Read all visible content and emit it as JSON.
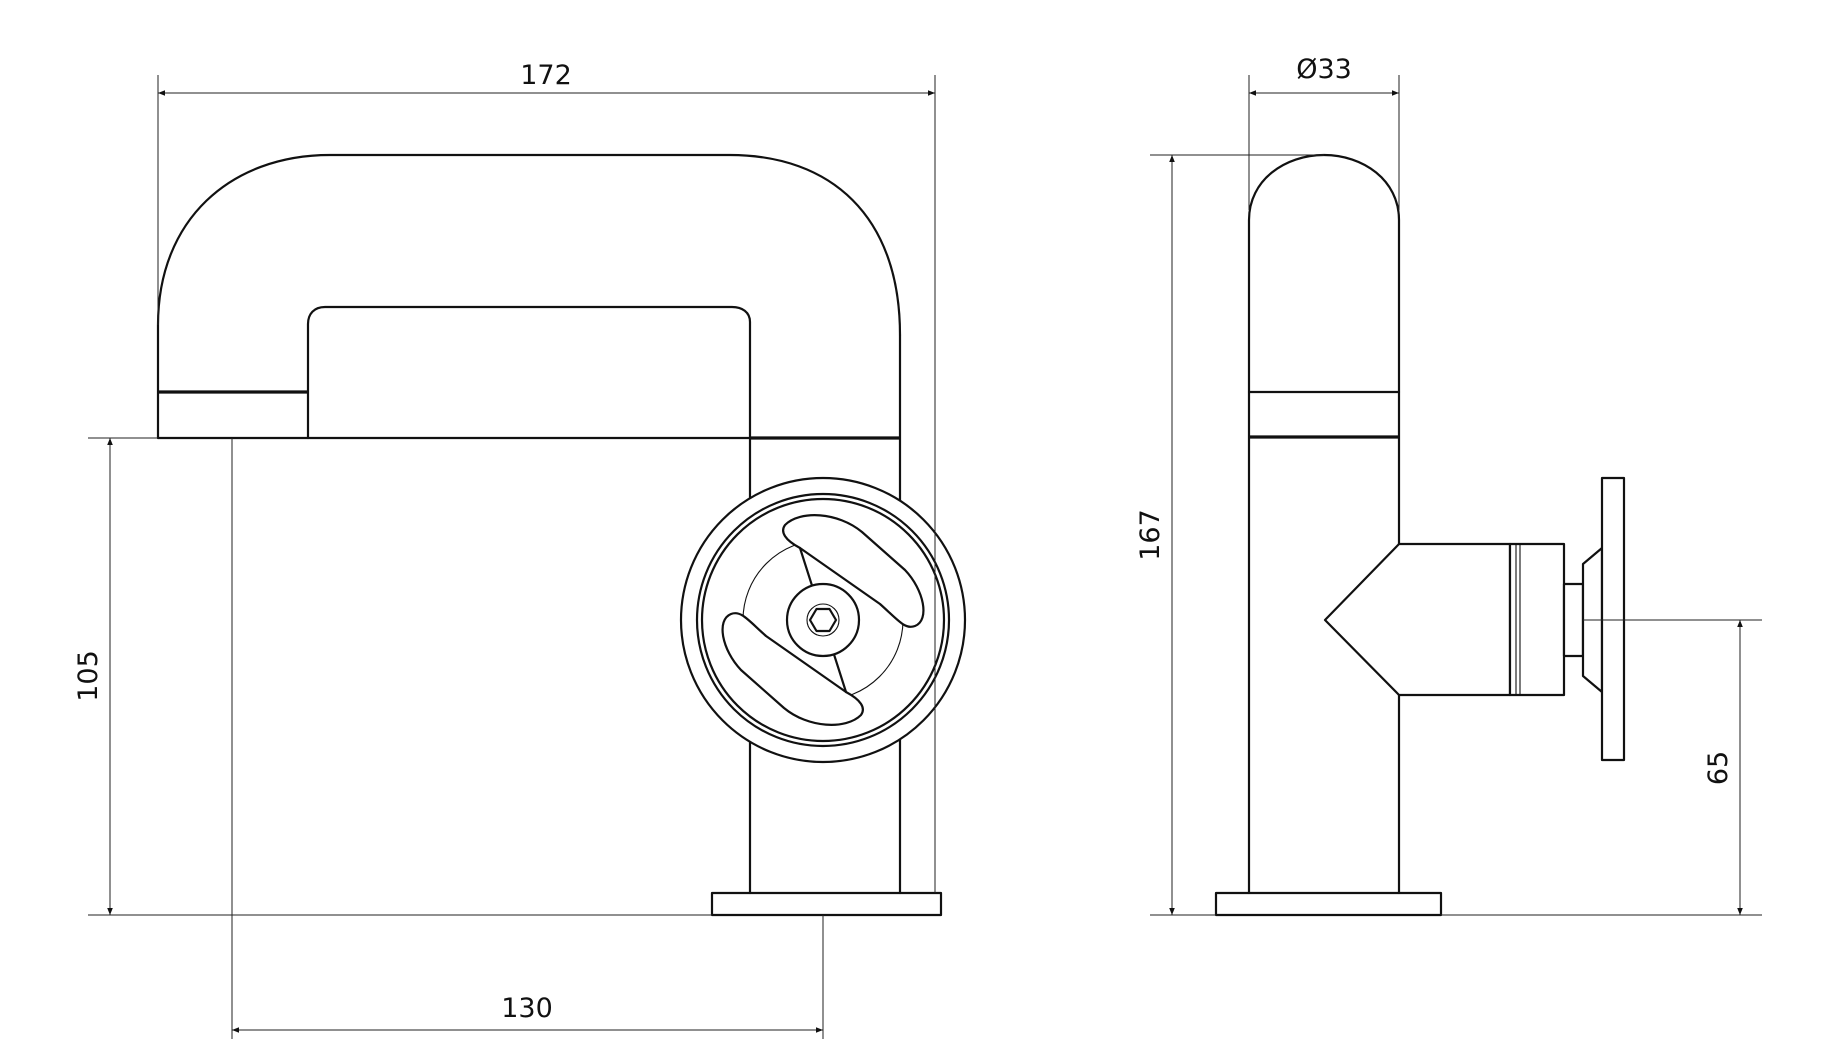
{
  "drawing": {
    "dimensions": {
      "front_width": "172",
      "spout_height": "105",
      "spout_reach": "130",
      "body_diameter": "Ø33",
      "total_height": "167",
      "handle_height": "65"
    }
  }
}
